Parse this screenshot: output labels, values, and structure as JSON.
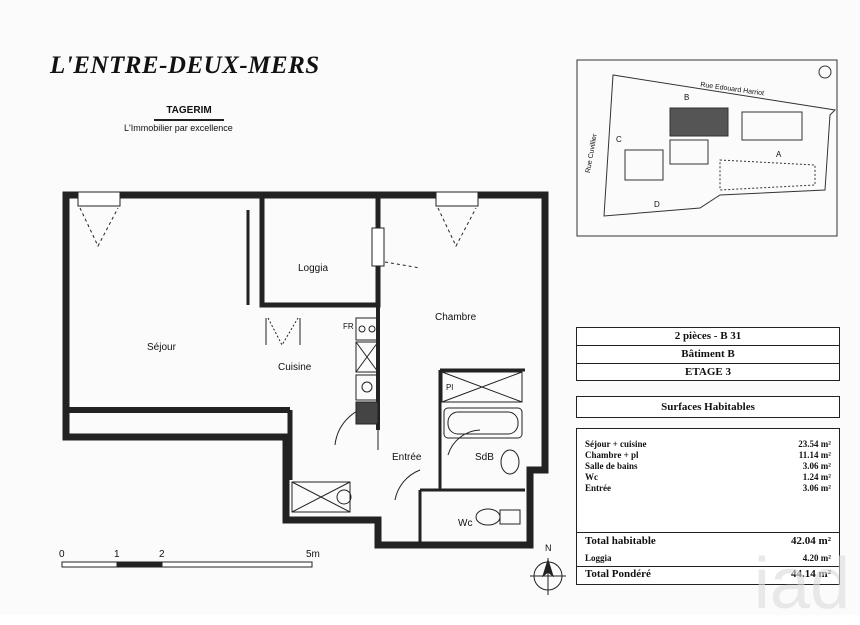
{
  "header": {
    "title": "L'ENTRE-DEUX-MERS",
    "brand": "TAGERIM",
    "tagline": "L'Immobilier par excellence"
  },
  "rooms": {
    "sejour": "Séjour",
    "cuisine": "Cuisine",
    "loggia": "Loggia",
    "chambre": "Chambre",
    "entree": "Entrée",
    "wc": "Wc",
    "sdb": "SdB",
    "fr": "FR",
    "pl": "Pl"
  },
  "scale": {
    "ticks": [
      "0",
      "1",
      "2",
      "5m"
    ]
  },
  "north": "N",
  "site_map": {
    "street_top": "Rue Edouard Harriot",
    "street_left": "Rue Cuvillier",
    "letters": [
      "B",
      "A",
      "C",
      "D"
    ]
  },
  "info": {
    "line1": "2 pièces - B 31",
    "line2": "Bâtiment B",
    "line3": "ETAGE 3",
    "surfaces_title": "Surfaces Habitables",
    "rows": [
      {
        "label": "Séjour + cuisine",
        "value": "23.54 m²"
      },
      {
        "label": "Chambre + pl",
        "value": "11.14 m²"
      },
      {
        "label": "Salle de bains",
        "value": "3.06 m²"
      },
      {
        "label": "Wc",
        "value": "1.24 m²"
      },
      {
        "label": "Entrée",
        "value": "3.06 m²"
      }
    ],
    "total_habitable_label": "Total habitable",
    "total_habitable_value": "42.04 m²",
    "loggia_label": "Loggia",
    "loggia_value": "4.20 m²",
    "total_pondere_label": "Total Pondéré",
    "total_pondere_value": "44.14 m²"
  },
  "watermark": "iad"
}
